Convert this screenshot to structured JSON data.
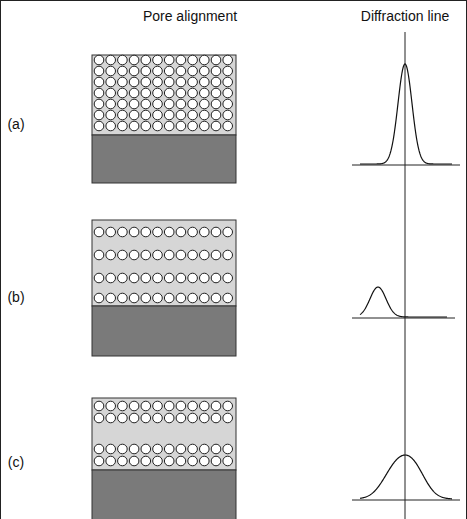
{
  "diagram": {
    "labels": [
      "Pore alignment",
      "Diffraction line",
      "(a)",
      "(b)",
      "(c)"
    ]
  }
}
